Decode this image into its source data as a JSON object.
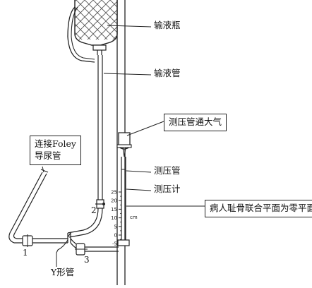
{
  "labels": {
    "bottle": "输液瓶",
    "tubing": "输液管",
    "vent": "测压管通大气",
    "manometer_tube": "测压管",
    "manometer": "测压计",
    "zero_plane": "病人耻骨联合平面为零平面",
    "foley": [
      "连接Foley",
      "导尿管"
    ],
    "ytube": "Y形管"
  },
  "clamps": [
    "1",
    "2",
    "3"
  ],
  "scale": {
    "unit": "cm",
    "ticks": [
      "25",
      "20",
      "15",
      "10",
      "5",
      "0",
      "-5"
    ]
  },
  "colors": {
    "line": "#222222",
    "hatch": "#555555",
    "paper": "#ffffff"
  }
}
